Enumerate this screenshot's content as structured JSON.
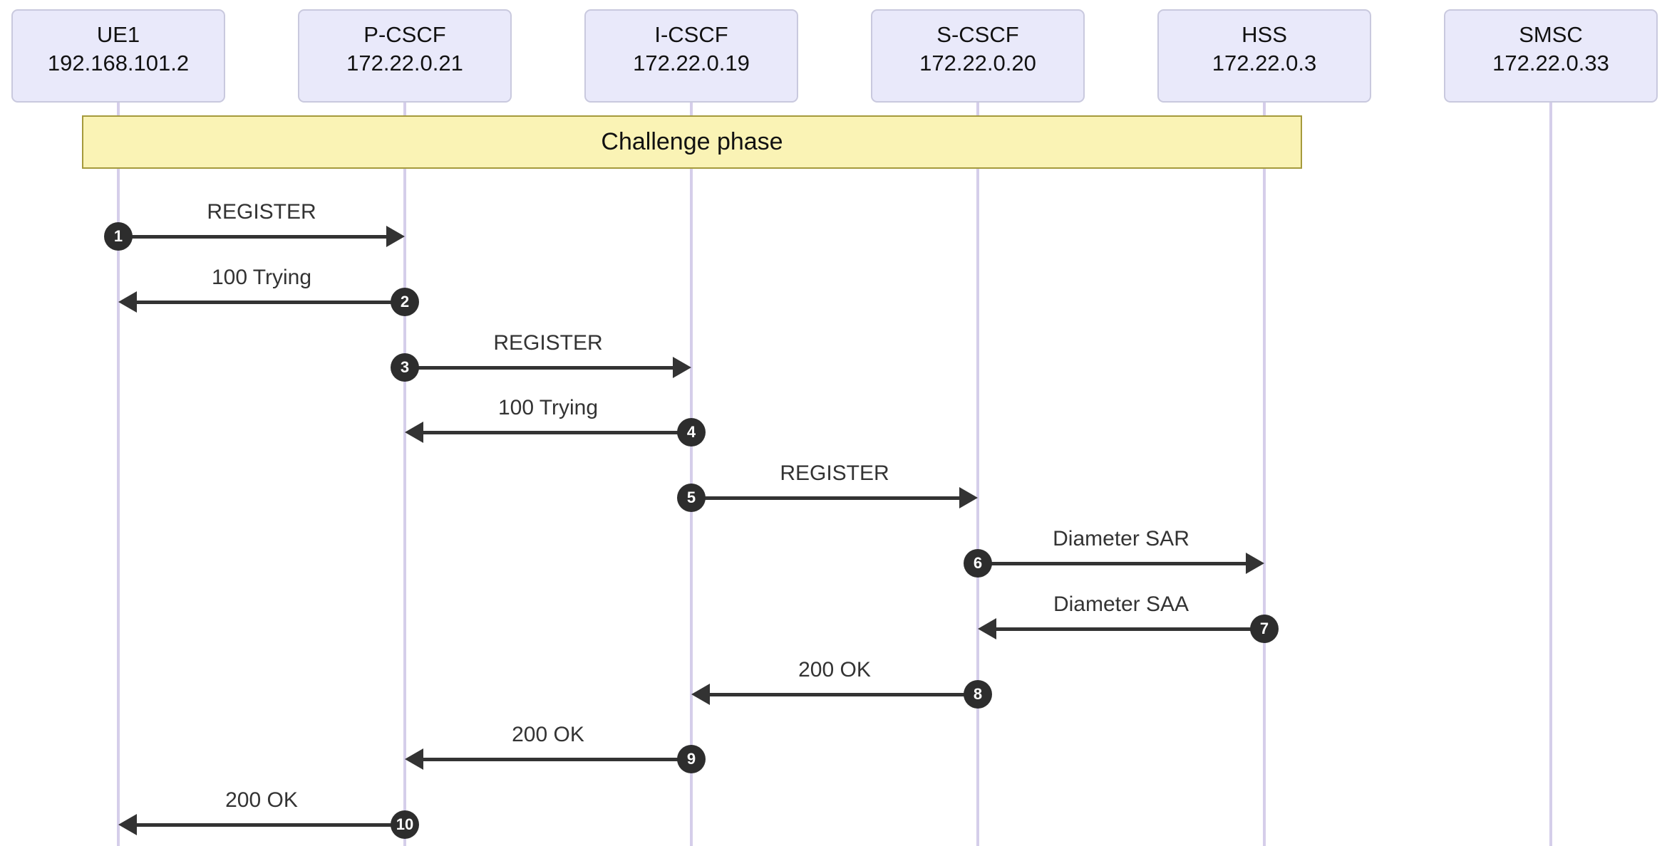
{
  "diagram": {
    "type": "sequence-diagram",
    "phase": {
      "label": "Challenge phase"
    },
    "actors": [
      {
        "name": "UE1",
        "ip": "192.168.101.2"
      },
      {
        "name": "P-CSCF",
        "ip": "172.22.0.21"
      },
      {
        "name": "I-CSCF",
        "ip": "172.22.0.19"
      },
      {
        "name": "S-CSCF",
        "ip": "172.22.0.20"
      },
      {
        "name": "HSS",
        "ip": "172.22.0.3"
      },
      {
        "name": "SMSC",
        "ip": "172.22.0.33"
      }
    ],
    "messages": [
      {
        "num": "1",
        "label": "REGISTER",
        "from": "UE1",
        "to": "P-CSCF"
      },
      {
        "num": "2",
        "label": "100 Trying",
        "from": "P-CSCF",
        "to": "UE1"
      },
      {
        "num": "3",
        "label": "REGISTER",
        "from": "P-CSCF",
        "to": "I-CSCF"
      },
      {
        "num": "4",
        "label": "100 Trying",
        "from": "I-CSCF",
        "to": "P-CSCF"
      },
      {
        "num": "5",
        "label": "REGISTER",
        "from": "I-CSCF",
        "to": "S-CSCF"
      },
      {
        "num": "6",
        "label": "Diameter SAR",
        "from": "S-CSCF",
        "to": "HSS"
      },
      {
        "num": "7",
        "label": "Diameter SAA",
        "from": "HSS",
        "to": "S-CSCF"
      },
      {
        "num": "8",
        "label": "200 OK",
        "from": "S-CSCF",
        "to": "I-CSCF"
      },
      {
        "num": "9",
        "label": "200 OK",
        "from": "I-CSCF",
        "to": "P-CSCF"
      },
      {
        "num": "10",
        "label": "200 OK",
        "from": "P-CSCF",
        "to": "UE1"
      }
    ],
    "colors": {
      "actor_fill": "#E9E9FA",
      "actor_border": "#C9C9DE",
      "lifeline": "#D5CEEA",
      "band_fill": "#FAF3B5",
      "band_border": "#A59A3C",
      "arrow": "#333333",
      "circle_fill": "#2D2D2D",
      "circle_text": "#FFFFFF"
    }
  }
}
